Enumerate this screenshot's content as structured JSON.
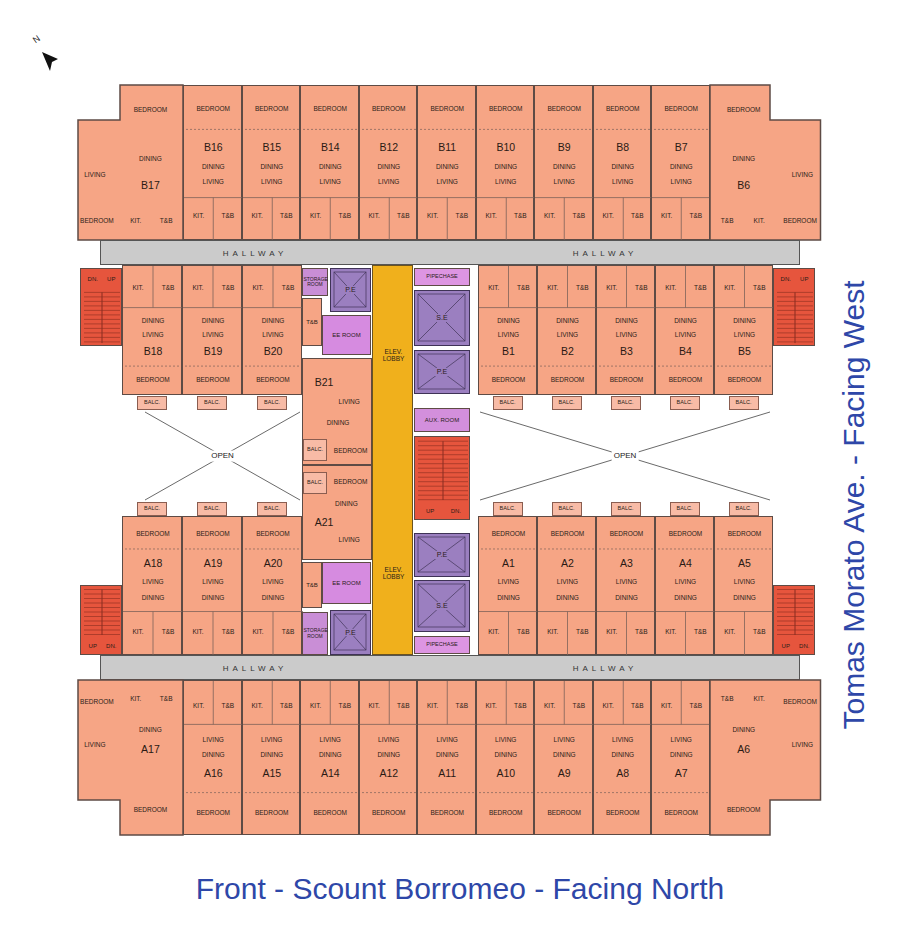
{
  "diagram": {
    "nodes": [
      {
        "text": [
          "BEDROOM",
          "DINING",
          "LIVING",
          "B17",
          "BEDROOM",
          "KIT.",
          "T&B"
        ]
      },
      {
        "text": [
          "BEDROOM",
          "B16",
          "DINING",
          "LIVING",
          "KIT.",
          "T&B"
        ]
      },
      {
        "text": [
          "BEDROOM",
          "B15",
          "DINING",
          "LIVING",
          "KIT.",
          "T&B"
        ]
      },
      {
        "text": [
          "BEDROOM",
          "B14",
          "DINING",
          "LIVING",
          "KIT.",
          "T&B"
        ]
      },
      {
        "text": [
          "BEDROOM",
          "B12",
          "DINING",
          "LIVING",
          "KIT.",
          "T&B"
        ]
      },
      {
        "text": [
          "BEDROOM",
          "B11",
          "DINING",
          "LIVING",
          "KIT.",
          "T&B"
        ]
      },
      {
        "text": [
          "BEDROOM",
          "B10",
          "DINING",
          "LIVING",
          "KIT.",
          "T&B"
        ]
      },
      {
        "text": [
          "BEDROOM",
          "B9",
          "DINING",
          "LIVING",
          "KIT.",
          "T&B"
        ]
      },
      {
        "text": [
          "BEDROOM",
          "B8",
          "DINING",
          "LIVING",
          "KIT.",
          "T&B"
        ]
      },
      {
        "text": [
          "BEDROOM",
          "B7",
          "DINING",
          "LIVING",
          "KIT.",
          "T&B"
        ]
      },
      {
        "text": [
          "BEDROOM",
          "DINING",
          "LIVING",
          "B6",
          "BEDROOM",
          "KIT.",
          "T&B"
        ]
      },
      {
        "text": [
          "HALLWAY",
          "HALLWAY"
        ]
      },
      {
        "text": [
          "DN.",
          "UP"
        ]
      },
      {
        "text": [
          "KIT.",
          "T&B",
          "DINING",
          "LIVING",
          "B18",
          "BEDROOM"
        ]
      },
      {
        "text": [
          "KIT.",
          "T&B",
          "DINING",
          "LIVING",
          "B19",
          "BEDROOM"
        ]
      },
      {
        "text": [
          "KIT.",
          "T&B",
          "DINING",
          "LIVING",
          "B20",
          "BEDROOM"
        ]
      },
      {
        "text": [
          "STORAGE ROOM"
        ]
      },
      {
        "text": [
          "P.E"
        ]
      },
      {
        "text": [
          "T&B"
        ]
      },
      {
        "text": [
          "EE ROOM"
        ]
      },
      {
        "text": [
          "B21",
          "LIVING",
          "DINING",
          "BEDROOM"
        ]
      },
      {
        "text": [
          "BALC."
        ],
        "in": 20
      },
      {
        "text": [
          "ELEV. LOBBY",
          "ELEV. LOBBY"
        ]
      },
      {
        "text": [
          "PIPECHASE"
        ]
      },
      {
        "text": [
          "S.E"
        ]
      },
      {
        "text": [
          "P.E"
        ]
      },
      {
        "text": [
          "AUX. ROOM"
        ]
      },
      {
        "text": [
          "UP",
          "DN."
        ]
      },
      {
        "text": [
          "KIT.",
          "T&B",
          "DINING",
          "LIVING",
          "B1",
          "BEDROOM"
        ]
      },
      {
        "text": [
          "KIT.",
          "T&B",
          "DINING",
          "LIVING",
          "B2",
          "BEDROOM"
        ]
      },
      {
        "text": [
          "KIT.",
          "T&B",
          "DINING",
          "LIVING",
          "B3",
          "BEDROOM"
        ]
      },
      {
        "text": [
          "KIT.",
          "T&B",
          "DINING",
          "LIVING",
          "B4",
          "BEDROOM"
        ]
      },
      {
        "text": [
          "KIT.",
          "T&B",
          "DINING",
          "LIVING",
          "B5",
          "BEDROOM"
        ]
      },
      {
        "text": [
          "DN.",
          "UP"
        ]
      },
      {
        "text": [
          "BALC."
        ]
      },
      {
        "text": [
          "BALC."
        ]
      },
      {
        "text": [
          "BALC."
        ]
      },
      {
        "text": [
          "BALC."
        ]
      },
      {
        "text": [
          "BALC."
        ]
      },
      {
        "text": [
          "BALC."
        ]
      },
      {
        "text": [
          "BALC."
        ]
      },
      {
        "text": [
          "BALC."
        ]
      },
      {
        "text": [
          "BALC."
        ]
      },
      {
        "text": [
          "BALC."
        ]
      },
      {
        "text": [
          "BALC."
        ]
      },
      {
        "text": [
          "BALC."
        ]
      },
      {
        "text": [
          "BALC."
        ]
      },
      {
        "text": [
          "BALC."
        ]
      },
      {
        "text": [
          "BALC."
        ]
      },
      {
        "text": [
          "BALC."
        ]
      },
      {
        "text": [
          "BEDROOM",
          "DINING",
          "A21",
          "LIVING"
        ]
      },
      {
        "text": [
          "BALC."
        ],
        "in": 50
      },
      {
        "text": [
          "BEDROOM",
          "A18",
          "LIVING",
          "DINING",
          "KIT.",
          "T&B"
        ]
      },
      {
        "text": [
          "BEDROOM",
          "A19",
          "LIVING",
          "DINING",
          "KIT.",
          "T&B"
        ]
      },
      {
        "text": [
          "BEDROOM",
          "A20",
          "LIVING",
          "DINING",
          "KIT.",
          "T&B"
        ]
      },
      {
        "text": [
          "T&B"
        ]
      },
      {
        "text": [
          "EE ROOM"
        ]
      },
      {
        "text": [
          "P.E"
        ]
      },
      {
        "text": [
          "S.E"
        ]
      },
      {
        "text": [
          "STORAGE ROOM"
        ]
      },
      {
        "text": [
          "P.E"
        ]
      },
      {
        "text": [
          "PIPECHASE"
        ]
      },
      {
        "text": [
          "BEDROOM",
          "A1",
          "LIVING",
          "DINING",
          "KIT.",
          "T&B"
        ]
      },
      {
        "text": [
          "BEDROOM",
          "A2",
          "LIVING",
          "DINING",
          "KIT.",
          "T&B"
        ]
      },
      {
        "text": [
          "BEDROOM",
          "A3",
          "LIVING",
          "DINING",
          "KIT.",
          "T&B"
        ]
      },
      {
        "text": [
          "BEDROOM",
          "A4",
          "LIVING",
          "DINING",
          "KIT.",
          "T&B"
        ]
      },
      {
        "text": [
          "BEDROOM",
          "A5",
          "LIVING",
          "DINING",
          "KIT.",
          "T&B"
        ]
      },
      {
        "text": [
          "UP",
          "DN."
        ]
      },
      {
        "text": [
          "UP",
          "DN."
        ]
      },
      {
        "text": [
          "HALLWAY",
          "HALLWAY"
        ]
      },
      {
        "text": [
          "BEDROOM",
          "KIT.",
          "T&B",
          "DINING",
          "LIVING",
          "A17",
          "BEDROOM"
        ]
      },
      {
        "text": [
          "KIT.",
          "T&B",
          "LIVING",
          "DINING",
          "A16",
          "BEDROOM"
        ]
      },
      {
        "text": [
          "KIT.",
          "T&B",
          "LIVING",
          "DINING",
          "A15",
          "BEDROOM"
        ]
      },
      {
        "text": [
          "KIT.",
          "T&B",
          "LIVING",
          "DINING",
          "A14",
          "BEDROOM"
        ]
      },
      {
        "text": [
          "KIT.",
          "T&B",
          "LIVING",
          "DINING",
          "A12",
          "BEDROOM"
        ]
      },
      {
        "text": [
          "KIT.",
          "T&B",
          "LIVING",
          "DINING",
          "A11",
          "BEDROOM"
        ]
      },
      {
        "text": [
          "KIT.",
          "T&B",
          "LIVING",
          "DINING",
          "A10",
          "BEDROOM"
        ]
      },
      {
        "text": [
          "KIT.",
          "T&B",
          "LIVING",
          "DINING",
          "A9",
          "BEDROOM"
        ]
      },
      {
        "text": [
          "KIT.",
          "T&B",
          "LIVING",
          "DINING",
          "A8",
          "BEDROOM"
        ]
      },
      {
        "text": [
          "KIT.",
          "T&B",
          "LIVING",
          "DINING",
          "A7",
          "BEDROOM"
        ]
      },
      {
        "text": [
          "BEDROOM",
          "KIT.",
          "T&B",
          "DINING",
          "LIVING",
          "A6",
          "BEDROOM"
        ]
      }
    ],
    "labels": [
      "N",
      "OPEN",
      "OPEN",
      "Tomas Morato Ave. - Facing West",
      "Front - Scount Borromeo - Facing North"
    ]
  }
}
